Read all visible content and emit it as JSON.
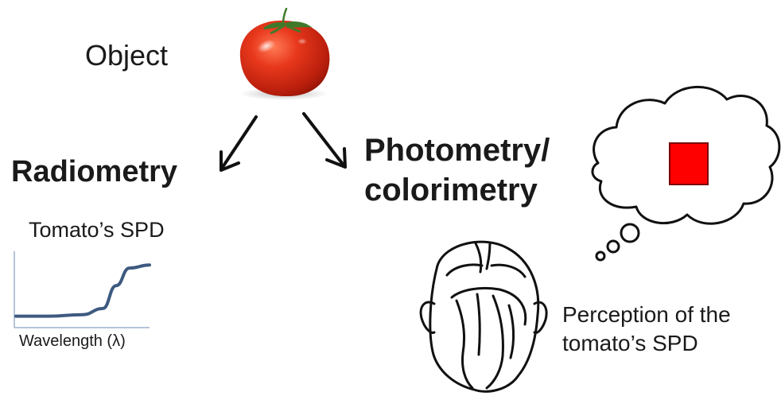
{
  "object_label": "Object",
  "radiometry_label": "Radiometry",
  "photometry_label": {
    "line1": "Photometry/",
    "line2": "colorimetry"
  },
  "spd_chart": {
    "title": "Tomato’s SPD",
    "xlabel": "Wavelength (λ)",
    "line_color": "#3d5a80"
  },
  "perception_label": {
    "line1": "Perception of the",
    "line2": "tomato’s SPD"
  },
  "colors": {
    "tomato_red": "#d62a12",
    "stem_green": "#3f7a2a",
    "square_red": "#ff0000",
    "text": "#1a1a1a"
  },
  "icons": [
    "tomato-icon",
    "thought-cloud-icon",
    "head-sketch-icon",
    "arrow-left-down-icon",
    "arrow-right-down-icon"
  ],
  "chart_data": {
    "type": "line",
    "title": "Tomato’s SPD",
    "xlabel": "Wavelength (λ)",
    "ylabel": "",
    "series": [
      {
        "x": [
          0,
          0.25,
          0.5,
          0.65,
          0.75,
          0.85,
          1.0
        ],
        "values": [
          0.15,
          0.15,
          0.17,
          0.25,
          0.55,
          0.78,
          0.82
        ]
      }
    ]
  }
}
